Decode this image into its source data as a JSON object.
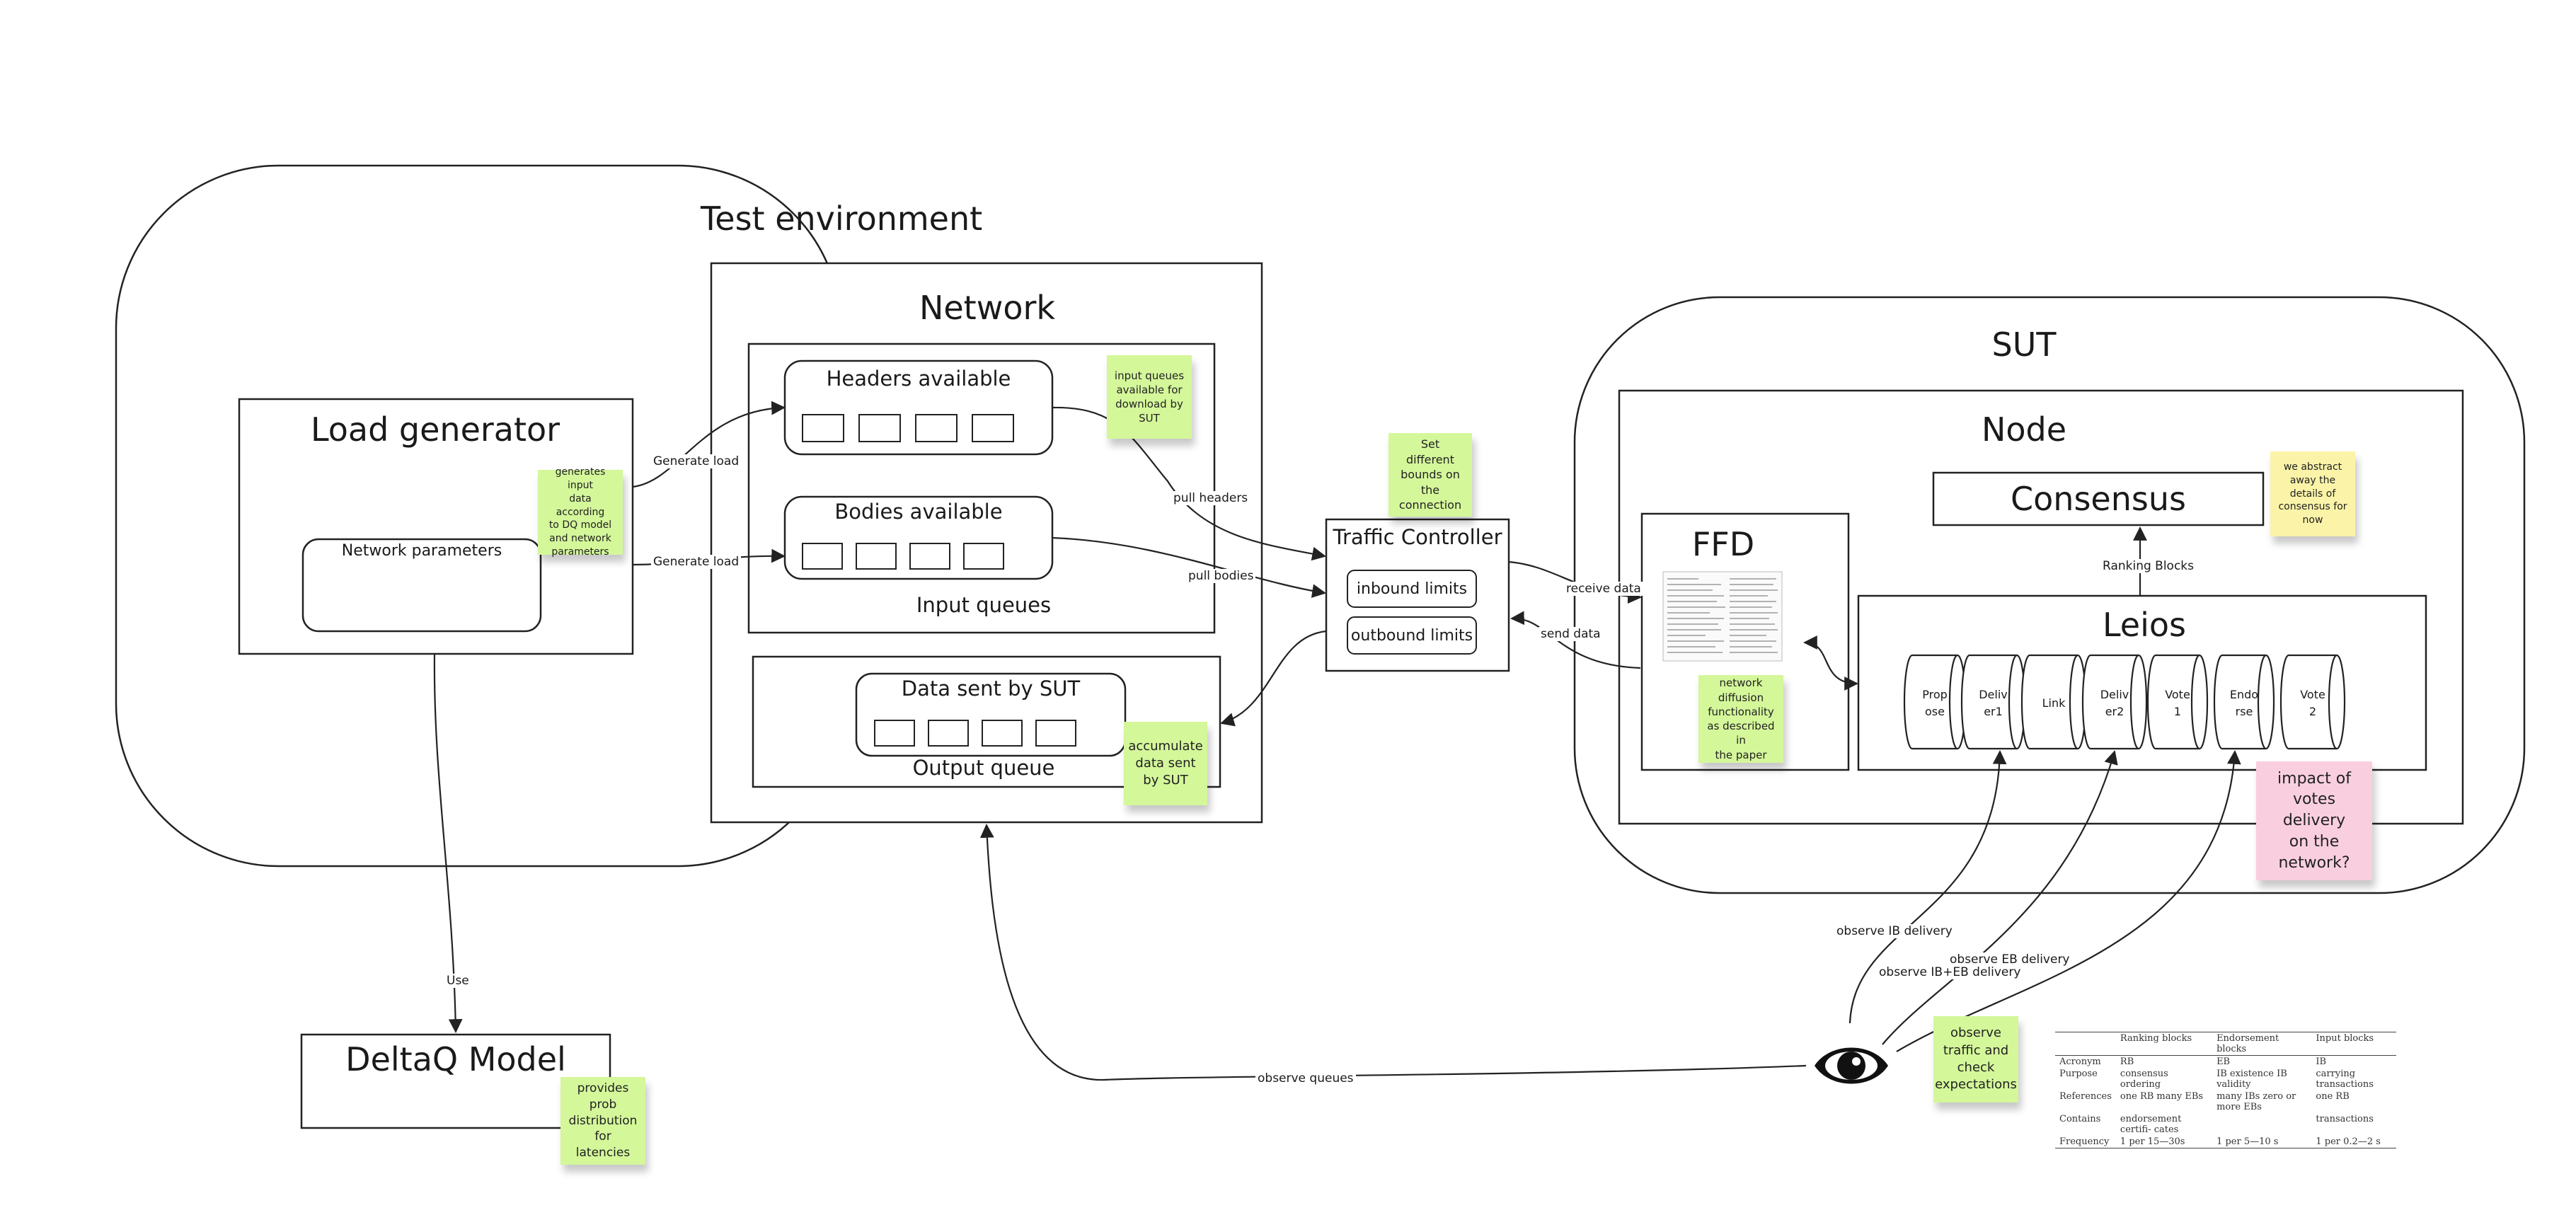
{
  "containers": {
    "test_env": "Test environment",
    "network": "Network",
    "load_generator": "Load generator",
    "network_parameters": "Network parameters",
    "headers_available": "Headers available",
    "bodies_available": "Bodies available",
    "input_queues": "Input queues",
    "data_sent": "Data sent by SUT",
    "output_queue": "Output queue",
    "traffic_controller": "Traffic Controller",
    "inbound_limits": "inbound limits",
    "outbound_limits": "outbound limits",
    "sut": "SUT",
    "node": "Node",
    "consensus": "Consensus",
    "ffd": "FFD",
    "leios": "Leios",
    "deltaq": "DeltaQ Model"
  },
  "pipeline": [
    {
      "line1": "Prop",
      "line2": "ose"
    },
    {
      "line1": "Deliv",
      "line2": "er1"
    },
    {
      "line1": "Link",
      "line2": ""
    },
    {
      "line1": "Deliv",
      "line2": "er2"
    },
    {
      "line1": "Vote",
      "line2": "1"
    },
    {
      "line1": "Endo",
      "line2": "rse"
    },
    {
      "line1": "Vote",
      "line2": "2"
    }
  ],
  "edges": {
    "generate_load_1": "Generate load",
    "generate_load_2": "Generate load",
    "pull_headers": "pull headers",
    "pull_bodies": "pull bodies",
    "receive_data": "receive data",
    "send_data": "send data",
    "ranking_blocks": "Ranking Blocks",
    "use": "Use",
    "observe_queues": "observe queues",
    "observe_ib": "observe IB delivery",
    "observe_eb": "observe EB delivery",
    "observe_ib_eb": "observe IB+EB delivery"
  },
  "notes": {
    "generates_input": [
      "generates input",
      "data according",
      "to DQ model",
      "and network",
      "parameters"
    ],
    "input_queues_note": [
      "input queues",
      "available for",
      "download by",
      "SUT"
    ],
    "set_bounds": [
      "Set different",
      "bounds on",
      "the",
      "connection"
    ],
    "accumulate": [
      "accumulate",
      "data sent",
      "by SUT"
    ],
    "abstract": [
      "we abstract",
      "away the",
      "details of",
      "consensus for",
      "now"
    ],
    "ffd_note": [
      "network",
      "diffusion",
      "functionality",
      "as described in",
      "the paper"
    ],
    "impact": [
      "impact of",
      "votes delivery",
      "on the",
      "network?"
    ],
    "observe_traffic": [
      "observe",
      "traffic and",
      "check",
      "expectations"
    ],
    "prob_dist": [
      "provides",
      "prob",
      "distribution",
      "for latencies"
    ]
  },
  "icons": [
    "eye-icon"
  ],
  "colors": {
    "note_green": "#d4f79a",
    "note_yellow": "#fbf4a8",
    "note_pink": "#f9cfe0"
  },
  "block_table": {
    "headers": [
      "",
      "Ranking blocks",
      "Endorsement blocks",
      "Input blocks"
    ],
    "rows": [
      [
        "Acronym",
        "RB",
        "EB",
        "IB"
      ],
      [
        "Purpose",
        "consensus ordering",
        "IB existence IB validity",
        "carrying transactions"
      ],
      [
        "References",
        "one RB many EBs",
        "many IBs zero or more EBs",
        "one RB"
      ],
      [
        "Contains",
        "endorsement certifi- cates",
        "",
        "transactions"
      ],
      [
        "Frequency",
        "1 per 15—30s",
        "1 per 5—10 s",
        "1 per 0.2—2 s"
      ]
    ]
  }
}
